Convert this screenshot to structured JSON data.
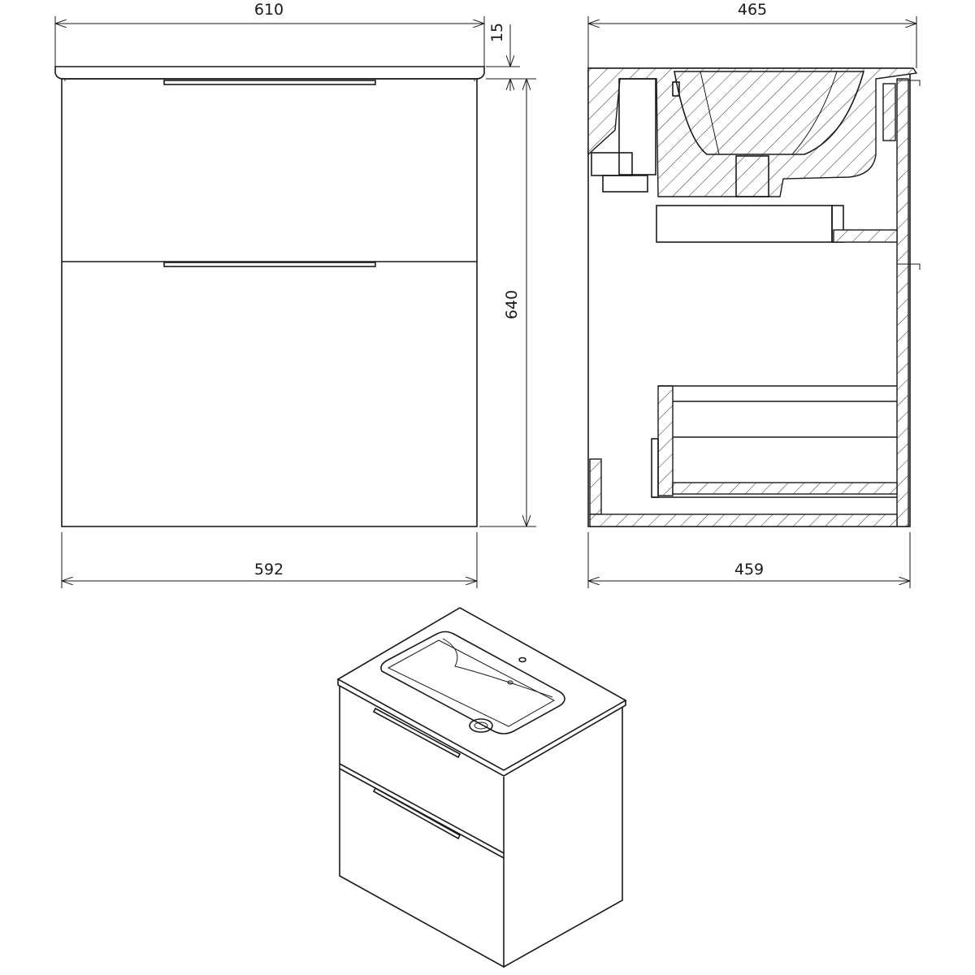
{
  "drawing": {
    "front_view": {
      "top_width": "610",
      "top_thickness": "15",
      "body_height": "640",
      "body_width": "592"
    },
    "side_section": {
      "top_depth": "465",
      "body_depth": "459"
    }
  }
}
